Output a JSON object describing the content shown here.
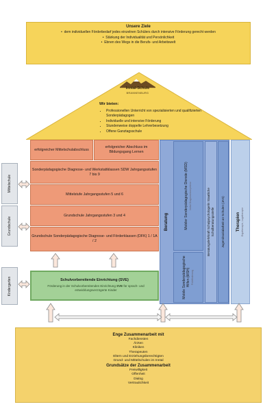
{
  "goals": {
    "title": "Unsere Ziele",
    "items": [
      "dem individuellen Förderbedarf jedes einzelnen Schülers durch intensive Förderung gerecht werden",
      "Stärkung der Individualität und Persönlichkeit",
      "Ebnen des Wegs in die Berufs- und Arbeitswelt"
    ]
  },
  "logo": {
    "name": "Inntal-Schule",
    "sub": "BRANNENBURG"
  },
  "offer": {
    "title": "Wir bieten:",
    "items": [
      "Professionellen Unterricht von spezialisierten und qualifizierten Sonderpädagogen",
      "Individuelle und intensive Förderung",
      "Stundenweise doppelte Lehrerbesetzung",
      "Offene Ganztagsschule"
    ]
  },
  "school": {
    "abschluss_mittel": "erfolgreicher Mittelschulabschluss",
    "abschluss_bildung": "erfolgreicher Abschluss im Bildungsgang Lernen",
    "sdw": "Sonderpädagogische Diagnose- und Werkstattklassen SDW Jahrgangsstufen 7 bis 9",
    "mittelstufe": "Mittelstufe Jahrgangsstufen 5 und 6",
    "grundschule": "Grundschule Jahrgangsstufen 3 und 4",
    "dfk": "Grundschule Sonderpädagogische Diagnose- und Förderklassen (DFK) 1 / 1A / 2"
  },
  "left_labels": {
    "mittelschule": "Mittelschule",
    "grundschule": "Grundschule",
    "kindergarten": "Kindergarten"
  },
  "beratung": {
    "title": "Beratung",
    "msd": "Mobiler Sonderpädagogische Dienste (MSD)",
    "msd_sub": "Inntal Diagnosekompetenz",
    "msh": "Mobile Sonderpädagogische Hilfen (MSH)",
    "msh_sub": "Frühförderung",
    "beratungslehrkraft": "Beratungslehrkraft Schulpsychologe/in Staatliche Schulberatungsstelle",
    "jas": "Jugendsozialarbeit an Schulen (JAS)"
  },
  "therapien": {
    "title": "Therapien",
    "sub": "Ergotherapie, Logotherapie"
  },
  "sve": {
    "title": "Schulvorbereitende Einrichtung (SVE)",
    "desc_pre": "Förderung in der Schulvorbereitenden Einrichtung ",
    "desc_bold": "SVE",
    "desc_post": " für sprach- und entwicklungsverzögerte Kinder"
  },
  "cooperation": {
    "title": "Enge Zusammenarbeit mit",
    "items": [
      "Fachdiensten",
      "Ärzten",
      "Kliniken",
      "Therapeuten",
      "Eltern und Erziehungsberechtigten",
      "Grund- und Mittelschulen im Inntal"
    ],
    "principles_title": "Grundsätze der Zusammenarbeit",
    "principles": [
      "Freiwilligkeit",
      "Offenheit",
      "Dialog",
      "Vertraulichkeit"
    ]
  },
  "colors": {
    "goals": "#f6d45a",
    "orange": "#ee9a78",
    "blue": "#7f9ed2",
    "green": "#a3d197",
    "lightblue": "#bcd0ea"
  }
}
